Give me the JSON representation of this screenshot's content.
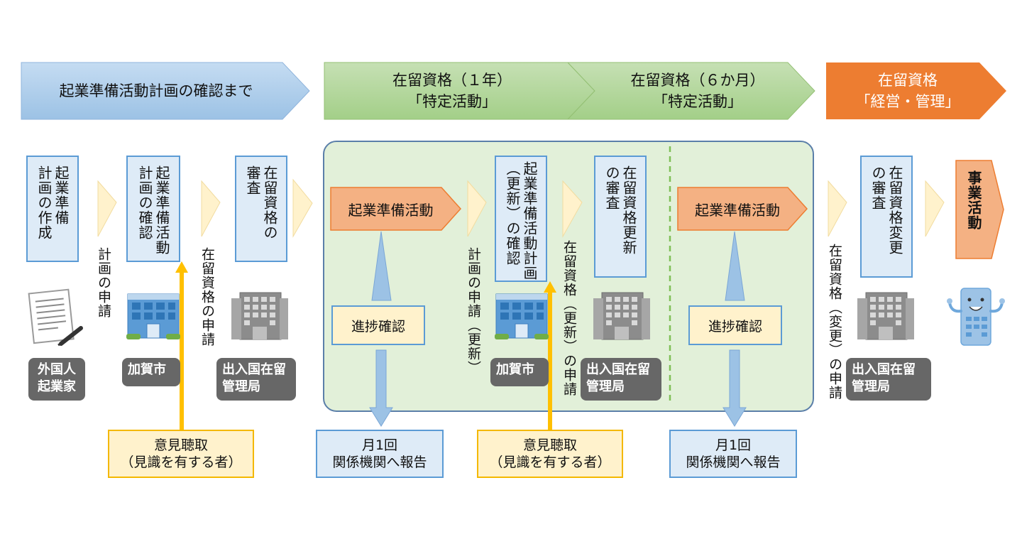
{
  "phases": {
    "prep": "起業準備活動計画の確認まで",
    "year1": "在留資格（１年）\n「特定活動」",
    "month6": "在留資格（６か月）\n「特定活動」",
    "business": "在留資格\n「経営・管理」"
  },
  "steps": {
    "plan_create": "起業準備\n計画の作成",
    "plan_confirm": "起業準備活動\n計画の確認",
    "status_review": "在留資格の\n審査",
    "plan_renew_confirm": "起業準備活動計画\n（更新）の確認",
    "renew_review": "在留資格更新\nの審査",
    "change_review": "在留資格変更\nの審査",
    "business_activity": "事業活動"
  },
  "activities": {
    "prep_activity_1": "起業準備活動",
    "prep_activity_2": "起業準備活動"
  },
  "applications": {
    "plan_apply": "計画の申請",
    "status_apply": "在留資格の申請",
    "plan_apply_renew": "計画の申請（更新）",
    "status_apply_renew": "在留資格（更新）の申請",
    "status_apply_change": "在留資格（変更）の申請"
  },
  "actors": {
    "entrepreneur": "外国人\n起業家",
    "kaga_1": "加賀市",
    "immigration_1": "出入国在留\n管理局",
    "kaga_2": "加賀市",
    "immigration_2": "出入国在留\n管理局",
    "immigration_3": "出入国在留\n管理局"
  },
  "progress": {
    "check_1": "進捗確認",
    "check_2": "進捗確認"
  },
  "reports": {
    "report_1": "月1回\n関係機関へ報告",
    "report_2": "月1回\n関係機関へ報告"
  },
  "opinions": {
    "opinion_1": "意見聴取\n（見識を有する者）",
    "opinion_2": "意見聴取\n（見識を有する者）"
  },
  "icons": {
    "document": "document-pen-icon",
    "city_hall": "city-hall-building-icon",
    "immigration_building": "immigration-office-building-icon",
    "mascot": "happy-building-mascot-icon"
  },
  "colors": {
    "phase_blue": "#9dc3e6",
    "phase_green": "#a9d18e",
    "phase_orange": "#ed7d31",
    "step_fill": "#deebf7",
    "step_border": "#5b9bd5",
    "activity_fill": "#f4b183",
    "panel_fill": "#e2f0d9",
    "chevron": "#fff2cc",
    "arrow_yellow": "#ffc000"
  }
}
